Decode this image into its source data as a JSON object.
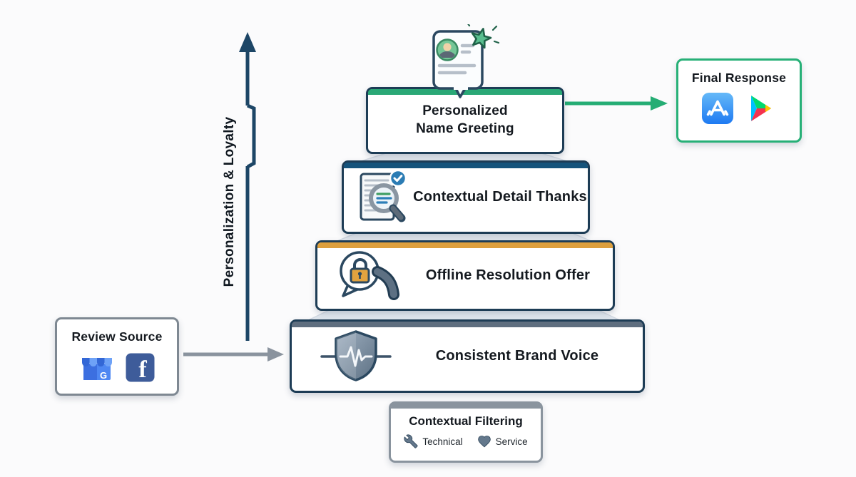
{
  "axis": {
    "label": "Personalization & Loyalty",
    "color": "#1d4666"
  },
  "arrows": {
    "input_color": "#8a939e",
    "output_color": "#25ad74"
  },
  "pyramid": {
    "levels": [
      {
        "line1": "Personalized",
        "line2": "Name Greeting",
        "accent": "#2aa876",
        "icon": "profile-review-card-icon"
      },
      {
        "title": "Contextual Detail Thanks",
        "accent": "#15537b",
        "icon": "document-magnifier-check-icon"
      },
      {
        "title": "Offline Resolution Offer",
        "accent": "#dd9f3d",
        "icon": "locked-chat-phone-icon"
      },
      {
        "title": "Consistent Brand Voice",
        "accent": "#5f6e7f",
        "icon": "shield-pulse-icon"
      }
    ]
  },
  "review_source": {
    "title": "Review Source",
    "border_color": "#7e8892",
    "icons": [
      "google-business-icon",
      "facebook-icon"
    ]
  },
  "final_response": {
    "title": "Final Response",
    "border_color": "#27b077",
    "icons": [
      "app-store-icon",
      "google-play-icon"
    ]
  },
  "filtering": {
    "title": "Contextual Filtering",
    "items": [
      {
        "label": "Technical",
        "icon": "wrench-icon"
      },
      {
        "label": "Service",
        "icon": "heart-icon"
      }
    ]
  }
}
